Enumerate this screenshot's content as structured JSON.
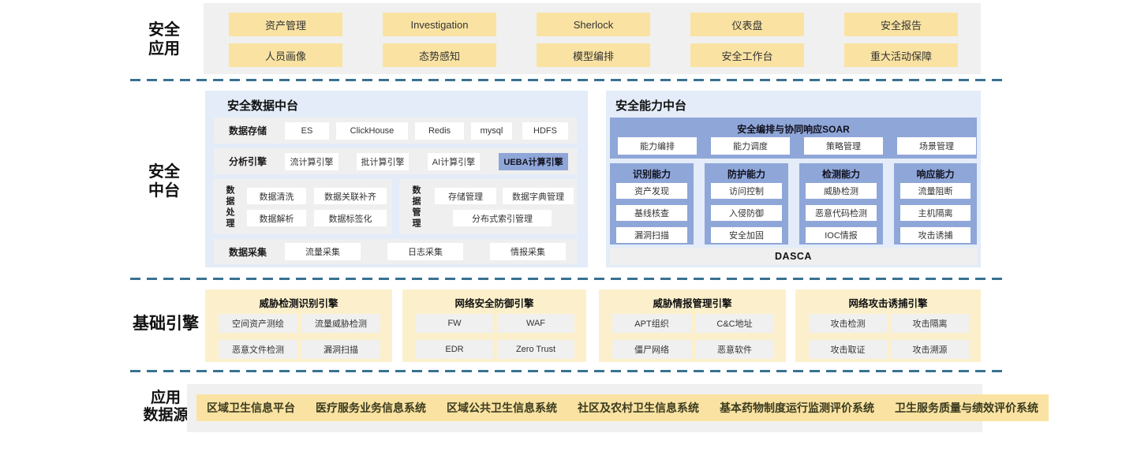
{
  "colors": {
    "chip_yellow": "#fae3a2",
    "engine_panel_yellow": "#fcf0cc",
    "platform_blue_light": "#e3ecf8",
    "platform_blue_medium": "#8fa6d8",
    "band_gray": "#f0f0f0",
    "dashed_line_blue": "#3a7191"
  },
  "section_apps": {
    "label_line1": "安全",
    "label_line2": "应用",
    "row1": [
      "资产管理",
      "Investigation",
      "Sherlock",
      "仪表盘",
      "安全报告"
    ],
    "row2": [
      "人员画像",
      "态势感知",
      "模型编排",
      "安全工作台",
      "重大活动保障"
    ]
  },
  "section_mid": {
    "label_line1": "安全",
    "label_line2": "中台",
    "data_platform": {
      "title": "安全数据中台",
      "storage": {
        "label": "数据存储",
        "items": [
          "ES",
          "ClickHouse",
          "Redis",
          "mysql",
          "HDFS"
        ]
      },
      "analysis": {
        "label": "分析引擎",
        "items": [
          "流计算引擎",
          "批计算引擎",
          "AI计算引擎"
        ],
        "highlight": "UEBA计算引擎"
      },
      "processing": {
        "label": "数据处理",
        "items": [
          "数据清洗",
          "数据关联补齐",
          "数据解析",
          "数据标签化"
        ]
      },
      "management": {
        "label": "数据管理",
        "items": [
          "存储管理",
          "数据字典管理"
        ],
        "wide_item": "分布式索引管理"
      },
      "collection": {
        "label": "数据采集",
        "items": [
          "流量采集",
          "日志采集",
          "情报采集"
        ]
      }
    },
    "capability_platform": {
      "title": "安全能力中台",
      "soar": {
        "title": "安全编排与协同响应SOAR",
        "items": [
          "能力编排",
          "能力调度",
          "策略管理",
          "场景管理"
        ]
      },
      "columns": [
        {
          "title": "识别能力",
          "items": [
            "资产发现",
            "基线核查",
            "漏洞扫描"
          ]
        },
        {
          "title": "防护能力",
          "items": [
            "访问控制",
            "入侵防御",
            "安全加固"
          ]
        },
        {
          "title": "检测能力",
          "items": [
            "威胁检测",
            "恶意代码检测",
            "IOC情报"
          ]
        },
        {
          "title": "响应能力",
          "items": [
            "流量阻断",
            "主机隔离",
            "攻击诱捕"
          ]
        }
      ],
      "footer": "DASCA"
    }
  },
  "section_engines": {
    "label": "基础引擎",
    "panels": [
      {
        "title": "威胁检测识别引擎",
        "items": [
          "空间资产测绘",
          "流量威胁检测",
          "恶意文件检测",
          "漏洞扫描"
        ]
      },
      {
        "title": "网络安全防御引擎",
        "items": [
          "FW",
          "WAF",
          "EDR",
          "Zero Trust"
        ]
      },
      {
        "title": "威胁情报管理引擎",
        "items": [
          "APT组织",
          "C&C地址",
          "僵尸网络",
          "恶意软件"
        ]
      },
      {
        "title": "网络攻击诱捕引擎",
        "items": [
          "攻击检测",
          "攻击隔离",
          "攻击取证",
          "攻击溯源"
        ]
      }
    ]
  },
  "section_sources": {
    "label_line1": "应用",
    "label_line2": "数据源",
    "items": [
      "区域卫生信息平台",
      "医疗服务业务信息系统",
      "区域公共卫生信息系统",
      "社区及农村卫生信息系统",
      "基本药物制度运行监测评价系统",
      "卫生服务质量与绩效评价系统"
    ]
  }
}
